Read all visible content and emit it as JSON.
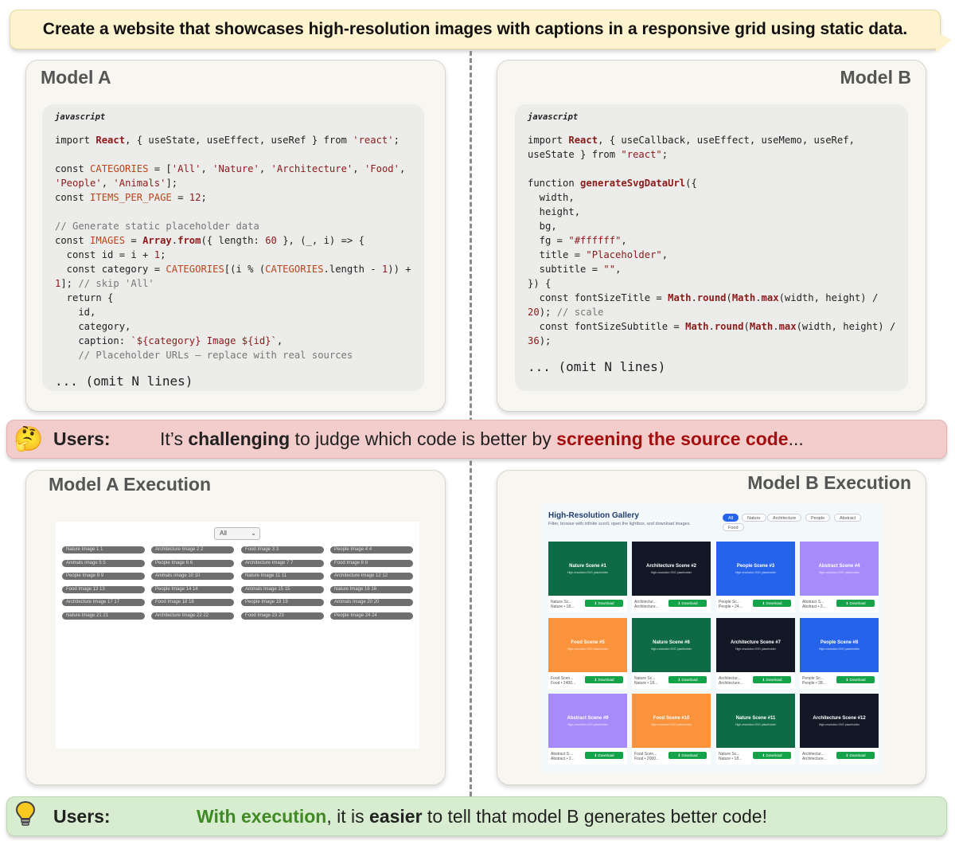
{
  "prompt": "Create a website that showcases high-resolution images with captions in a responsive grid using static data.",
  "model_a": {
    "title": "Model A",
    "lang": "javascript",
    "omit": "... (omit N lines)"
  },
  "model_b": {
    "title": "Model B",
    "lang": "javascript",
    "omit": "... (omit N lines)"
  },
  "banner_top": {
    "who": "Users:",
    "t1": "It’s ",
    "b1": "challenging",
    "t2": " to judge which code is better by ",
    "r1": "screening the source code",
    "t3": "..."
  },
  "exec_a": {
    "title": "Model A Execution",
    "select": "All",
    "items": [
      "Nature Image 1 1",
      "Architecture Image 2 2",
      "Food Image 3 3",
      "People Image 4 4",
      "Animals Image 5 5",
      "People Image 6 6",
      "Architecture Image 7 7",
      "Food Image 8 8",
      "People Image 9 9",
      "Animals Image 10 10",
      "Nature Image 11 11",
      "Architecture Image 12 12",
      "Food Image 13 13",
      "People Image 14 14",
      "Animals Image 15 15",
      "Nature Image 16 16",
      "Architecture Image 17 17",
      "Food Image 18 18",
      "People Image 19 19",
      "Animals Image 20 20",
      "Nature Image 21 21",
      "Architecture Image 22 22",
      "Food Image 23 23",
      "People Image 24 24"
    ]
  },
  "exec_b": {
    "title": "Model B Execution",
    "app_title": "High-Resolution Gallery",
    "app_sub": "Filter, browse with infinite scroll, open the lightbox, and download images.",
    "chips": [
      "All",
      "Nature",
      "Architecture",
      "People",
      "Abstract",
      "Food"
    ],
    "download": "Download",
    "tile_sub": "High-resolution SVG placeholder",
    "cards": [
      {
        "t": "Nature Scene #1",
        "c1": "Nature Sc...",
        "c2": "Nature • 18...",
        "color": "#0f6b45"
      },
      {
        "t": "Architecture Scene #2",
        "c1": "Architectur...",
        "c2": "Architecture...",
        "color": "#121826"
      },
      {
        "t": "People Scene #3",
        "c1": "People Sc...",
        "c2": "People • 24...",
        "color": "#2563eb"
      },
      {
        "t": "Abstract Scene #4",
        "c1": "Abstract S...",
        "c2": "Abstract • 2...",
        "color": "#a78bfa"
      },
      {
        "t": "Food Scene #5",
        "c1": "Food Scen...",
        "c2": "Food • 2400...",
        "color": "#fb923c"
      },
      {
        "t": "Nature Scene #6",
        "c1": "Nature Sc...",
        "c2": "Nature • 18...",
        "color": "#0f6b45"
      },
      {
        "t": "Architecture Scene #7",
        "c1": "Architectur...",
        "c2": "Architecture...",
        "color": "#121826"
      },
      {
        "t": "People Scene #8",
        "c1": "People Sc...",
        "c2": "People • 28...",
        "color": "#2563eb"
      },
      {
        "t": "Abstract Scene #9",
        "c1": "Abstract S...",
        "c2": "Abstract • 2...",
        "color": "#a78bfa"
      },
      {
        "t": "Food Scene #10",
        "c1": "Food Scen...",
        "c2": "Food • 2000...",
        "color": "#fb923c"
      },
      {
        "t": "Nature Scene #11",
        "c1": "Nature Sc...",
        "c2": "Nature • 18...",
        "color": "#0f6b45"
      },
      {
        "t": "Architecture Scene #12",
        "c1": "Architectur...",
        "c2": "Architecture...",
        "color": "#121826"
      }
    ]
  },
  "banner_bottom": {
    "who": "Users:",
    "g1": "With execution",
    "t1": ", it is ",
    "b1": "easier",
    "t2": " to tell that model B generates better code!"
  },
  "colors": {
    "prompt_bg": "#fdf3cf",
    "panel_bg": "#f8f6f1",
    "banner_red": "#f3cccc",
    "banner_green": "#d8ecd0",
    "accent_red": "#a50e0e",
    "accent_green": "#3f8a24"
  }
}
